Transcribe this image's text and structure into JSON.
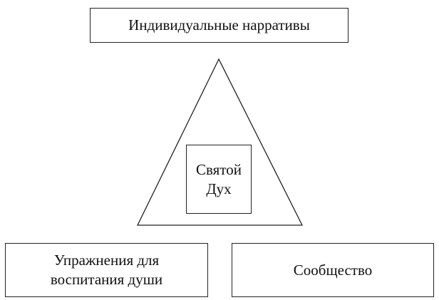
{
  "diagram": {
    "top_box": "Индивидуальные нарративы",
    "center_box": {
      "line1": "Святой",
      "line2": "Дух"
    },
    "bottom_left_box": {
      "line1": "Упражнения для",
      "line2": "воспитания души"
    },
    "bottom_right_box": "Сообщество"
  }
}
